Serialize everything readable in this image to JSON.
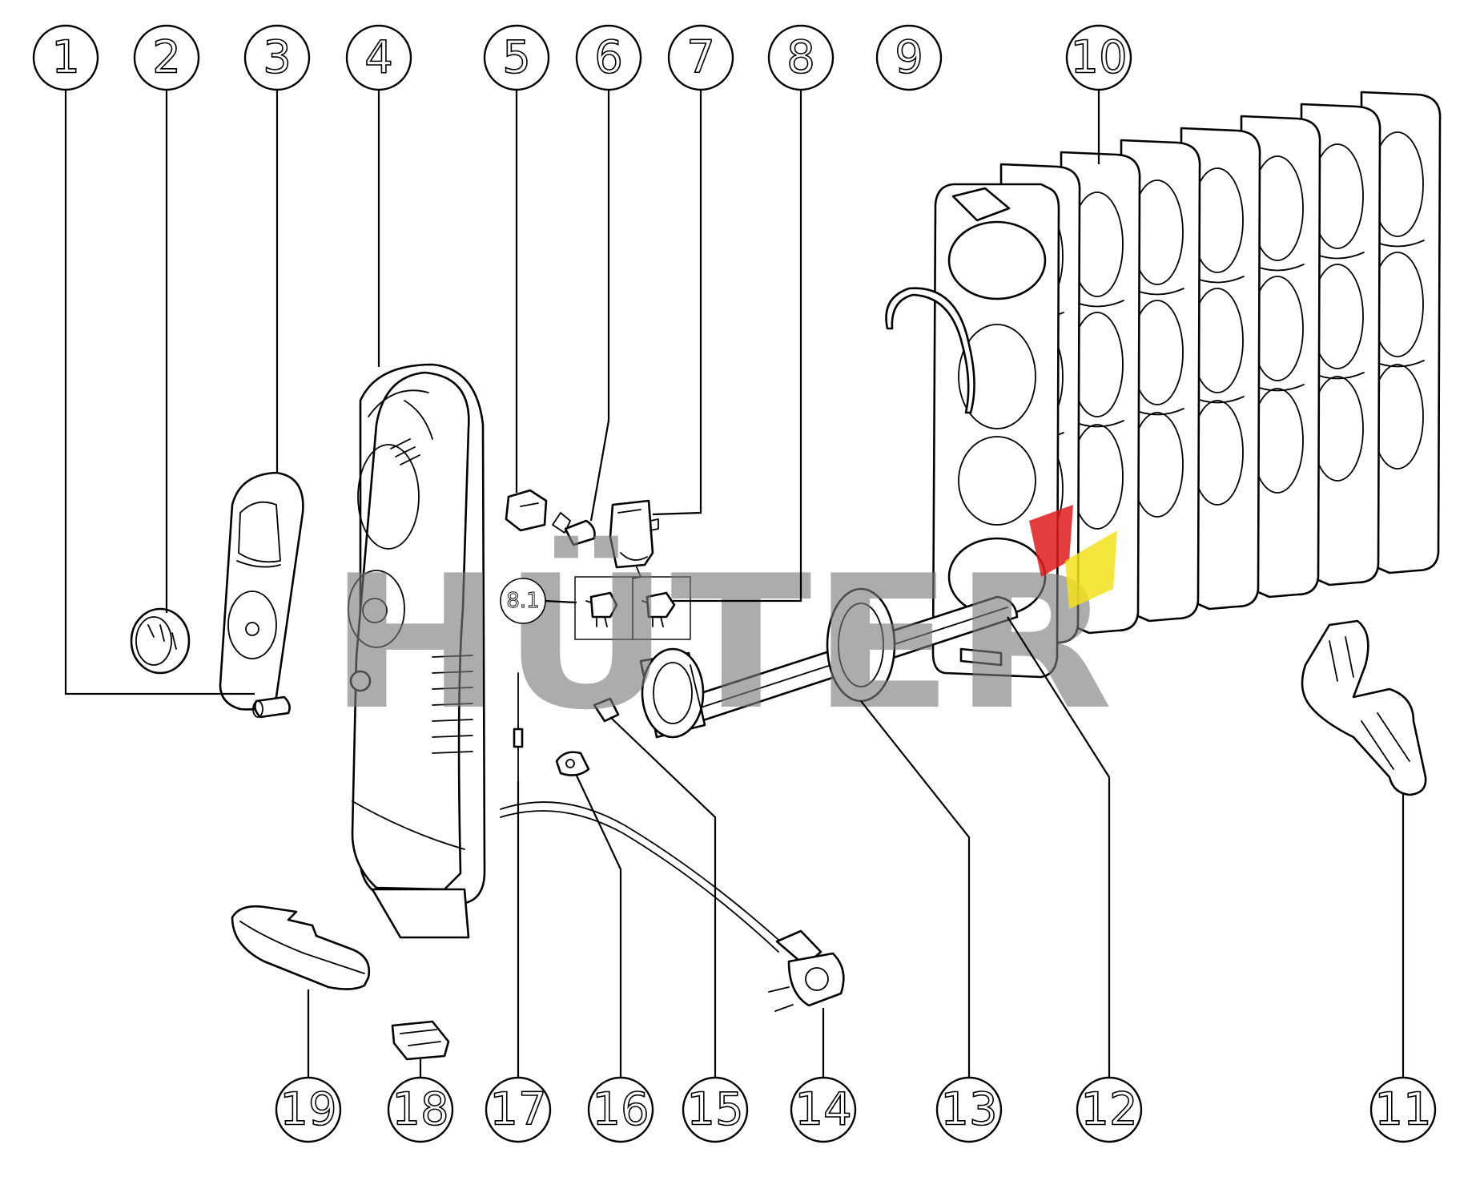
{
  "watermark": {
    "text": "HÜTER",
    "color": "#7a7a7a",
    "accent_colors": [
      "#e01b1b",
      "#f2e21a"
    ]
  },
  "callouts": [
    "1",
    "2",
    "3",
    "4",
    "5",
    "6",
    "7",
    "8",
    "8.1",
    "9",
    "10",
    "11",
    "12",
    "13",
    "14",
    "15",
    "16",
    "17",
    "18",
    "19"
  ]
}
